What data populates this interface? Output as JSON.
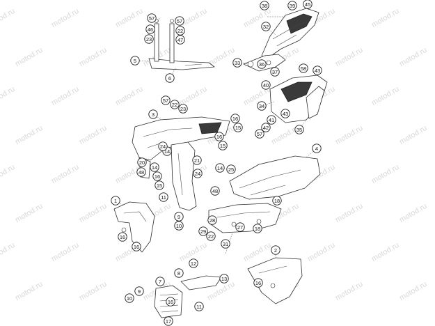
{
  "watermark": "motod.ru",
  "callouts": [
    {
      "id": "c1",
      "label": "1"
    },
    {
      "id": "c2",
      "label": "2"
    },
    {
      "id": "c3",
      "label": "3"
    },
    {
      "id": "c4",
      "label": "4"
    },
    {
      "id": "c5",
      "label": "5"
    },
    {
      "id": "c6",
      "label": "6"
    },
    {
      "id": "c7",
      "label": "7"
    },
    {
      "id": "c8",
      "label": "8"
    },
    {
      "id": "c9a",
      "label": "9"
    },
    {
      "id": "c9b",
      "label": "9"
    },
    {
      "id": "c10a",
      "label": "10"
    },
    {
      "id": "c10b",
      "label": "10"
    },
    {
      "id": "c11a",
      "label": "11"
    },
    {
      "id": "c11b",
      "label": "11"
    },
    {
      "id": "c12",
      "label": "12"
    },
    {
      "id": "c13",
      "label": "13"
    },
    {
      "id": "c14a",
      "label": "14"
    },
    {
      "id": "c14b",
      "label": "14"
    },
    {
      "id": "c14c",
      "label": "14"
    },
    {
      "id": "c15a",
      "label": "15"
    },
    {
      "id": "c15b",
      "label": "15"
    },
    {
      "id": "c15c",
      "label": "15"
    },
    {
      "id": "c16a",
      "label": "16"
    },
    {
      "id": "c16b",
      "label": "16"
    },
    {
      "id": "c16c",
      "label": "16"
    },
    {
      "id": "c16d",
      "label": "16"
    },
    {
      "id": "c16e",
      "label": "16"
    },
    {
      "id": "c16f",
      "label": "16"
    },
    {
      "id": "c16g",
      "label": "16"
    },
    {
      "id": "c17",
      "label": "17"
    },
    {
      "id": "c18a",
      "label": "18"
    },
    {
      "id": "c18b",
      "label": "18"
    },
    {
      "id": "c20",
      "label": "20"
    },
    {
      "id": "c21",
      "label": "21"
    },
    {
      "id": "c22a",
      "label": "22"
    },
    {
      "id": "c22b",
      "label": "22"
    },
    {
      "id": "c22c",
      "label": "22"
    },
    {
      "id": "c23a",
      "label": "23"
    },
    {
      "id": "c23b",
      "label": "23"
    },
    {
      "id": "c24a",
      "label": "24"
    },
    {
      "id": "c24b",
      "label": "24"
    },
    {
      "id": "c25",
      "label": "25"
    },
    {
      "id": "c27",
      "label": "27"
    },
    {
      "id": "c28",
      "label": "28"
    },
    {
      "id": "c29",
      "label": "29"
    },
    {
      "id": "c31",
      "label": "31"
    },
    {
      "id": "c32",
      "label": "32"
    },
    {
      "id": "c33",
      "label": "33"
    },
    {
      "id": "c34",
      "label": "34"
    },
    {
      "id": "c35",
      "label": "35"
    },
    {
      "id": "c36",
      "label": "36"
    },
    {
      "id": "c37",
      "label": "37"
    },
    {
      "id": "c38",
      "label": "38"
    },
    {
      "id": "c39",
      "label": "39"
    },
    {
      "id": "c40",
      "label": "40"
    },
    {
      "id": "c41",
      "label": "41"
    },
    {
      "id": "c42",
      "label": "42"
    },
    {
      "id": "c43a",
      "label": "43"
    },
    {
      "id": "c43b",
      "label": "43"
    },
    {
      "id": "c45",
      "label": "45"
    },
    {
      "id": "c46",
      "label": "46"
    },
    {
      "id": "c47",
      "label": "47"
    },
    {
      "id": "c48a",
      "label": "48"
    },
    {
      "id": "c48b",
      "label": "48"
    },
    {
      "id": "c57a",
      "label": "57"
    },
    {
      "id": "c57b",
      "label": "57"
    },
    {
      "id": "c57c",
      "label": "57"
    },
    {
      "id": "c57d",
      "label": "57"
    },
    {
      "id": "c58",
      "label": "58"
    }
  ]
}
